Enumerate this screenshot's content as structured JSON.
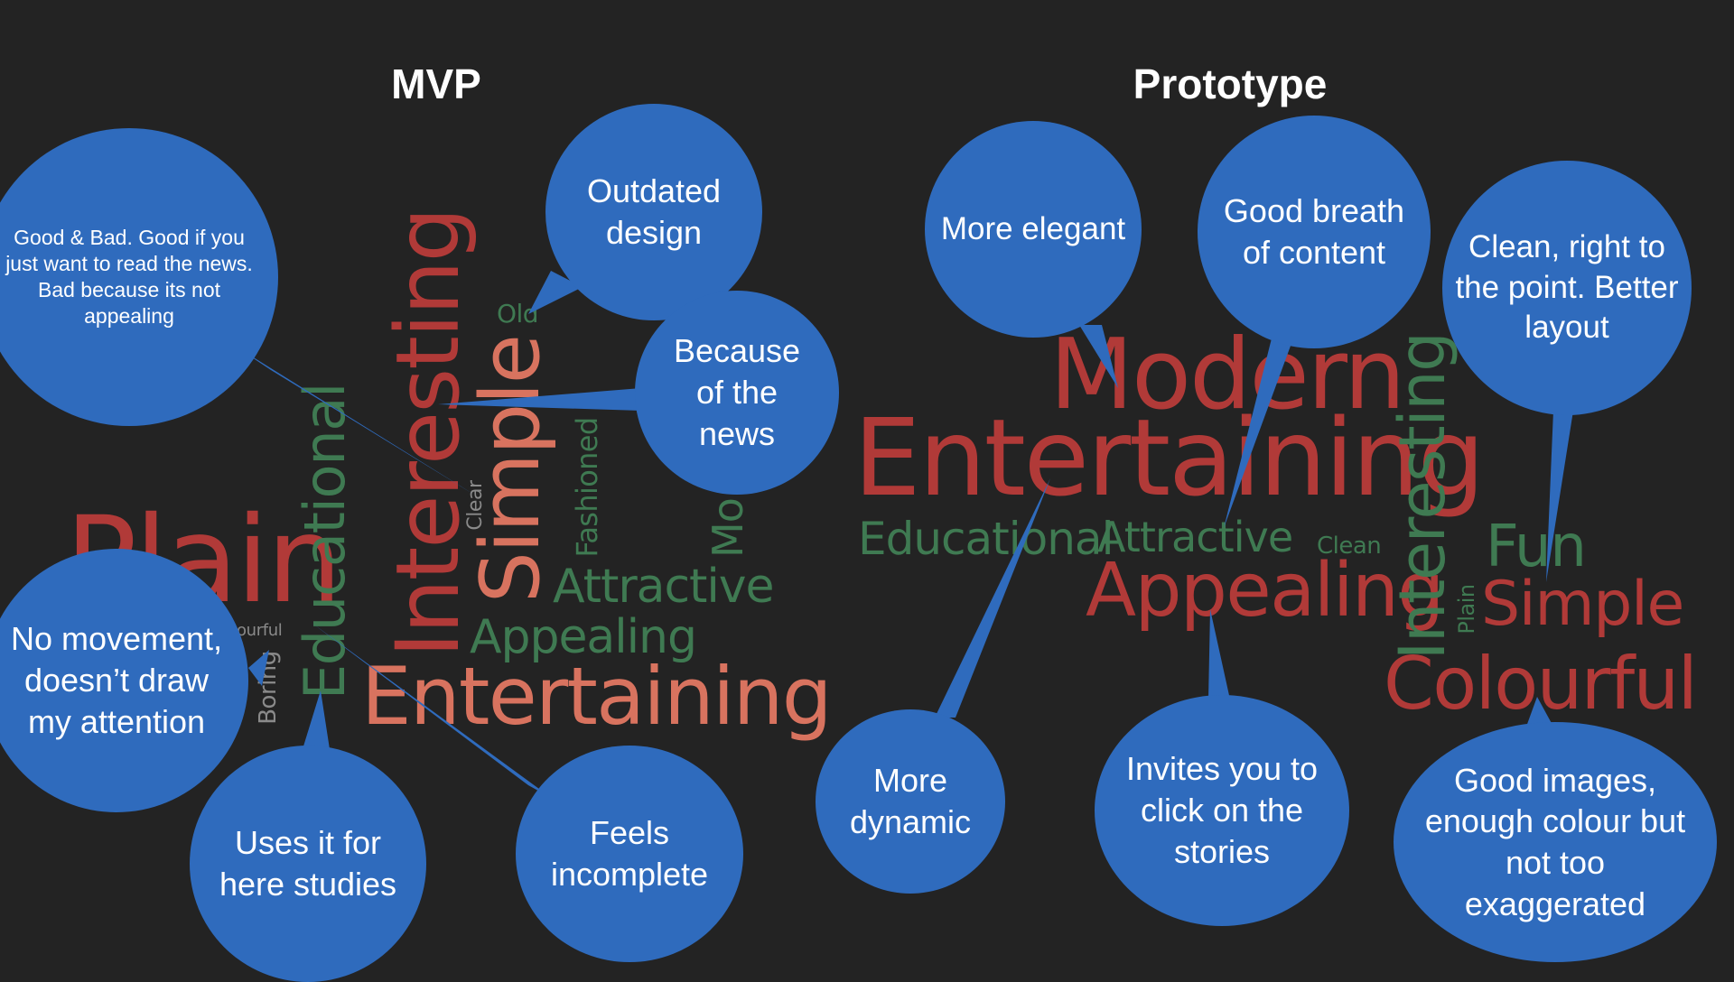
{
  "headings": {
    "mvp": "MVP",
    "prototype": "Prototype"
  },
  "colors": {
    "background": "#232323",
    "bubble": "#2f6bbd",
    "red": "#b13a38",
    "salmon": "#d8735f",
    "green": "#3f7a52",
    "gray": "#8a8a8a"
  },
  "mvp_words": [
    {
      "text": "Plain",
      "color": "#b13a38"
    },
    {
      "text": "Educational",
      "color": "#3f7a52"
    },
    {
      "text": "Interesting",
      "color": "#b13a38"
    },
    {
      "text": "Simple",
      "color": "#d8735f"
    },
    {
      "text": "Entertaining",
      "color": "#d8735f"
    },
    {
      "text": "Attractive",
      "color": "#3f7a52"
    },
    {
      "text": "Appealing",
      "color": "#3f7a52"
    },
    {
      "text": "Fashioned",
      "color": "#3f7a52"
    },
    {
      "text": "Old",
      "color": "#3f7a52"
    },
    {
      "text": "Clear",
      "color": "#8a8a8a"
    },
    {
      "text": "Mo",
      "color": "#3f7a52"
    },
    {
      "text": "Boring",
      "color": "#8a8a8a"
    },
    {
      "text": "ourful",
      "color": "#8a8a8a"
    }
  ],
  "prototype_words": [
    {
      "text": "Modern",
      "color": "#b13a38"
    },
    {
      "text": "Entertaining",
      "color": "#b13a38"
    },
    {
      "text": "Educational",
      "color": "#3f7a52"
    },
    {
      "text": "Attractive",
      "color": "#3f7a52"
    },
    {
      "text": "Clean",
      "color": "#3f7a52"
    },
    {
      "text": "Appealing",
      "color": "#b13a38"
    },
    {
      "text": "Interesting",
      "color": "#3f7a52"
    },
    {
      "text": "Plain",
      "color": "#3f7a52"
    },
    {
      "text": "Fun",
      "color": "#3f7a52"
    },
    {
      "text": "Simple",
      "color": "#b13a38"
    },
    {
      "text": "Colourful",
      "color": "#b13a38"
    }
  ],
  "mvp_comments": [
    {
      "text": "Good & Bad. Good if you just want to read the news. Bad because its not appealing"
    },
    {
      "text": "Outdated design"
    },
    {
      "text": "Because of the news"
    },
    {
      "text": "No movement, doesn’t draw my attention"
    },
    {
      "text": "Uses it for here studies"
    },
    {
      "text": "Feels incomplete"
    }
  ],
  "prototype_comments": [
    {
      "text": "More elegant"
    },
    {
      "text": "Good breath of content"
    },
    {
      "text": "Clean, right to the point. Better layout"
    },
    {
      "text": "More dynamic"
    },
    {
      "text": "Invites you to click on the stories"
    },
    {
      "text": "Good images, enough colour but not too exaggerated"
    }
  ]
}
